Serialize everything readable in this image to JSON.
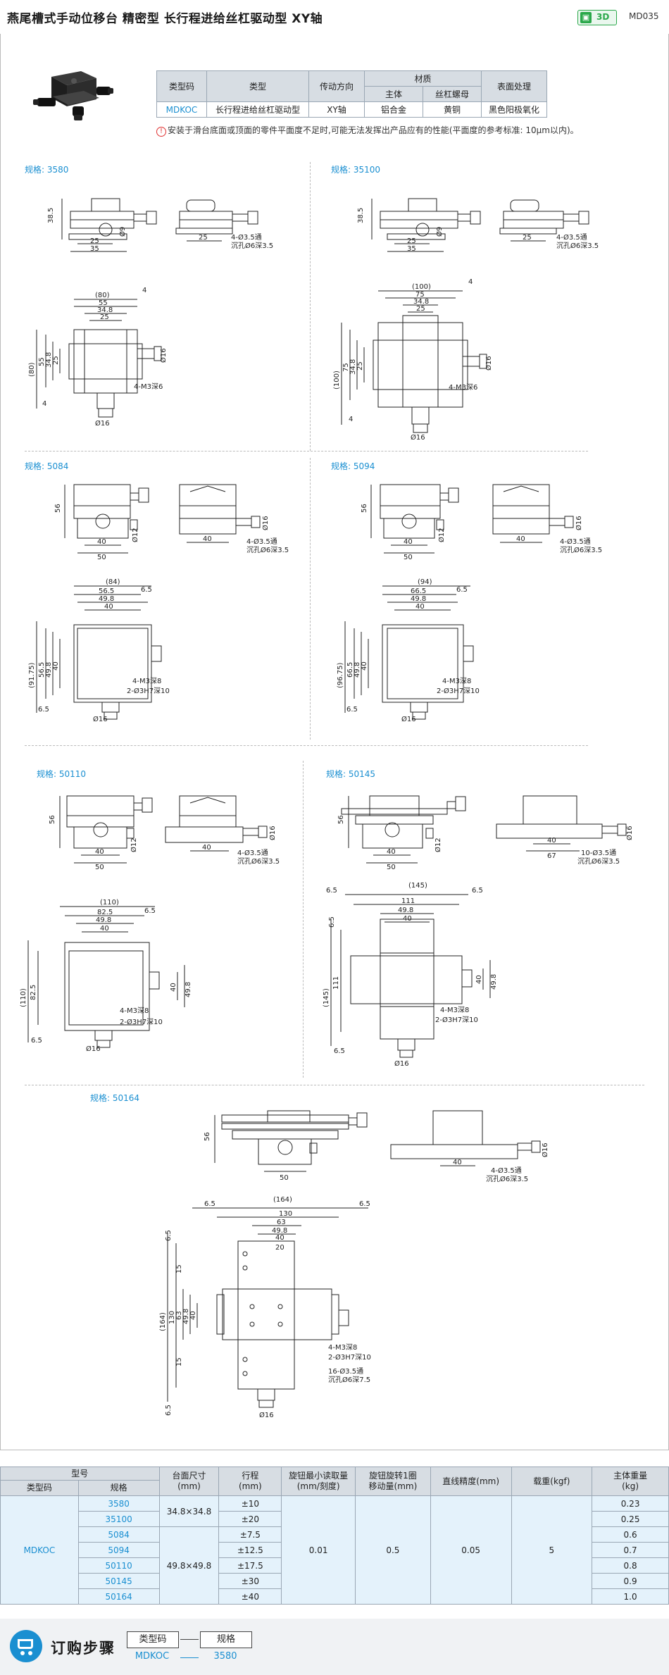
{
  "header": {
    "title": "燕尾槽式手动位移台 精密型  长行程进给丝杠驱动型  XY轴",
    "badge_3d": "3D",
    "code": "MD035"
  },
  "spec_table": {
    "h_type_code": "类型码",
    "h_type": "类型",
    "h_drive": "传动方向",
    "h_material": "材质",
    "h_main": "主体",
    "h_nut": "丝杠螺母",
    "h_surface": "表面处理",
    "v_type_code": "MDKOC",
    "v_type": "长行程进给丝杠驱动型",
    "v_drive": "XY轴",
    "v_main": "铝合金",
    "v_nut": "黄铜",
    "v_surface": "黑色阳极氧化"
  },
  "note": {
    "icon": "!",
    "text": "安装于滑台底面或顶面的零件平面度不足时,可能无法发挥出产品应有的性能(平面度的参考标准: 10μm以内)。"
  },
  "specs": {
    "s3580": "规格: 3580",
    "s35100": "规格: 35100",
    "s5084": "规格: 5084",
    "s5094": "规格: 5094",
    "s50110": "规格: 50110",
    "s50145": "规格: 50145",
    "s50164": "规格: 50164"
  },
  "dims": {
    "d3580": {
      "h": "38.5",
      "w1": "25",
      "w2": "35",
      "p": "Ø9",
      "s1": "25",
      "hole1": "4-Ø3.5通",
      "hole2": "沉孔Ø6深3.5",
      "t80": "(80)",
      "t55": "55",
      "t348": "34.8",
      "t25": "25",
      "t4": "4",
      "l80": "(80)",
      "l55": "55",
      "l348": "34.8",
      "l25": "25",
      "l4": "4",
      "m3": "4-M3深6",
      "knob": "Ø16",
      "r": "Ø16"
    },
    "d35100": {
      "h": "38.5",
      "w1": "25",
      "w2": "35",
      "p": "Ø9",
      "s1": "25",
      "hole1": "4-Ø3.5通",
      "hole2": "沉孔Ø6深3.5",
      "t100": "(100)",
      "t75": "75",
      "t348": "34.8",
      "t25": "25",
      "t4": "4",
      "l100": "(100)",
      "l75": "75",
      "l348": "34.8",
      "l25": "25",
      "l4": "4",
      "m3": "4-M3深6",
      "knob": "Ø16",
      "r": "Ø16"
    },
    "d5084": {
      "h": "56",
      "w1": "40",
      "w2": "50",
      "p": "Ø12",
      "s1": "40",
      "hole1": "4-Ø3.5通",
      "hole2": "沉孔Ø6深3.5",
      "r1": "Ø16",
      "t84": "(84)",
      "t565": "56.5",
      "t498": "49.8",
      "t40": "40",
      "t65": "6.5",
      "l9175": "(91.75)",
      "l565": "56.5",
      "l498": "49.8",
      "l40": "40",
      "l65": "6.5",
      "m3": "4-M3深8",
      "pin": "2-Ø3H7深10",
      "knob": "Ø16"
    },
    "d5094": {
      "h": "56",
      "w1": "40",
      "w2": "50",
      "p": "Ø12",
      "s1": "40",
      "hole1": "4-Ø3.5通",
      "hole2": "沉孔Ø6深3.5",
      "r1": "Ø16",
      "t94": "(94)",
      "t665": "66.5",
      "t498": "49.8",
      "t40": "40",
      "t65": "6.5",
      "l9675": "(96.75)",
      "l665": "66.5",
      "l498": "49.8",
      "l40": "40",
      "l65": "6.5",
      "m3": "4-M3深8",
      "pin": "2-Ø3H7深10",
      "knob": "Ø16"
    },
    "d50110": {
      "h": "56",
      "w1": "40",
      "w2": "50",
      "p": "Ø12",
      "s1": "40",
      "hole1": "4-Ø3.5通",
      "hole2": "沉孔Ø6深3.5",
      "r1": "Ø16",
      "t110": "(110)",
      "t825": "82.5",
      "t498": "49.8",
      "t40": "40",
      "t65": "6.5",
      "l110": "(110)",
      "l825": "82.5",
      "l40": "40",
      "l498": "49.8",
      "l65": "6.5",
      "m3": "4-M3深8",
      "pin": "2-Ø3H7深10",
      "knob": "Ø16"
    },
    "d50145": {
      "h": "56",
      "w1": "40",
      "w2": "50",
      "p": "Ø12",
      "s1": "40",
      "s2": "67",
      "hole1": "10-Ø3.5通",
      "hole2": "沉孔Ø6深3.5",
      "r1": "Ø16",
      "t145": "(145)",
      "t111": "111",
      "t498": "49.8",
      "t40": "40",
      "t65a": "6.5",
      "t65b": "6.5",
      "l145": "(145)",
      "l111": "111",
      "l65a": "6.5",
      "l65b": "6.5",
      "l40": "40",
      "l498": "49.8",
      "m3": "4-M3深8",
      "pin": "2-Ø3H7深10",
      "knob": "Ø16"
    },
    "d50164": {
      "h": "56",
      "w1": "50",
      "s1": "40",
      "hole1": "4-Ø3.5通",
      "hole2": "沉孔Ø6深3.5",
      "r1": "Ø16",
      "t164": "(164)",
      "t130": "130",
      "t63": "63",
      "t498": "49.8",
      "t40": "40",
      "t20": "20",
      "t65a": "6.5",
      "t65b": "6.5",
      "l164": "(164)",
      "l130": "130",
      "l63": "63",
      "l498": "49.8",
      "l40": "40",
      "l15a": "15",
      "l15b": "15",
      "l65a": "6.5",
      "l65b": "6.5",
      "m3": "4-M3深8",
      "pin": "2-Ø3H7深10",
      "hole16a": "16-Ø3.5通",
      "hole16b": "沉孔Ø6深7.5",
      "knob": "Ø16"
    }
  },
  "bottom_table": {
    "h_model": "型号",
    "h_type_code": "类型码",
    "h_spec": "规格",
    "h_table_size": "台面尺寸\n(mm)",
    "h_stroke": "行程\n(mm)",
    "h_knob_min": "旋钮最小读取量\n(mm/刻度)",
    "h_knob_move": "旋钮旋转1圈\n移动量(mm)",
    "h_straight": "直线精度(mm)",
    "h_load": "载重(kgf)",
    "h_weight": "主体重量\n(kg)",
    "type_code": "MDKOC",
    "knob_min": "0.01",
    "knob_move": "0.5",
    "straight": "0.05",
    "load": "5",
    "size_a": "34.8×34.8",
    "size_b": "49.8×49.8",
    "rows": [
      {
        "spec": "3580",
        "stroke": "±10",
        "weight": "0.23"
      },
      {
        "spec": "35100",
        "stroke": "±20",
        "weight": "0.25"
      },
      {
        "spec": "5084",
        "stroke": "±7.5",
        "weight": "0.6"
      },
      {
        "spec": "5094",
        "stroke": "±12.5",
        "weight": "0.7"
      },
      {
        "spec": "50110",
        "stroke": "±17.5",
        "weight": "0.8"
      },
      {
        "spec": "50145",
        "stroke": "±30",
        "weight": "0.9"
      },
      {
        "spec": "50164",
        "stroke": "±40",
        "weight": "1.0"
      }
    ]
  },
  "order": {
    "title": "订购步骤",
    "box1": "类型码",
    "box2": "规格",
    "val1": "MDKOC",
    "val2": "3580"
  }
}
